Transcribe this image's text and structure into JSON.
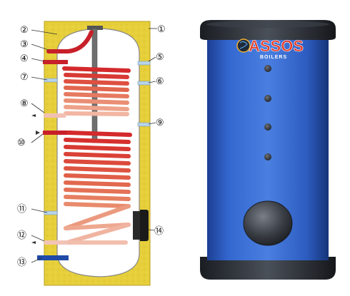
{
  "diagram": {
    "callouts": [
      {
        "id": "1",
        "label": "①"
      },
      {
        "id": "2",
        "label": "②"
      },
      {
        "id": "3",
        "label": "③"
      },
      {
        "id": "4",
        "label": "④"
      },
      {
        "id": "5",
        "label": "⑤"
      },
      {
        "id": "6",
        "label": "⑥"
      },
      {
        "id": "7",
        "label": "⑦"
      },
      {
        "id": "8",
        "label": "⑧"
      },
      {
        "id": "9",
        "label": "⑨"
      },
      {
        "id": "10",
        "label": "⑩"
      },
      {
        "id": "11",
        "label": "⑪"
      },
      {
        "id": "12",
        "label": "⑫"
      },
      {
        "id": "13",
        "label": "⑬"
      },
      {
        "id": "14",
        "label": "⑭"
      }
    ]
  },
  "product": {
    "brand": "ASSOS",
    "sub_brand": "BOILERS"
  },
  "colors": {
    "insulation": "#e6cf3a",
    "tank_inner": "#ffffff",
    "coil_hot": "#d8282a",
    "coil_warm": "#ec8a76",
    "coil_cool": "#f2c0b2",
    "cold_pipe": "#1f4aa8",
    "body_blue": "#2f5fc4",
    "cap_dark": "#2a2f36"
  }
}
